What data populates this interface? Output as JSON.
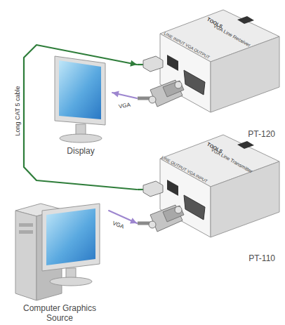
{
  "diagram": {
    "nodes": [
      {
        "text": [
          "PT-120"
        ]
      },
      {
        "text": [
          "Display"
        ]
      },
      {
        "text": [
          "PT-110"
        ]
      },
      {
        "text": [
          "Computer Graphics Source"
        ]
      }
    ],
    "edges": [
      {
        "from": 2,
        "to": 0,
        "arrow": "to",
        "label": "Long CAT 5 cable"
      },
      {
        "from": 0,
        "to": 1,
        "arrow": "to",
        "label": "VGA"
      },
      {
        "from": 3,
        "to": 2,
        "arrow": "to",
        "label": "VGA"
      }
    ],
    "labels": [
      "VGA Line Receiver",
      "TOOLS",
      "LINE INPUT",
      "VGA OUTPUT",
      "VGA Line Transmitter",
      "TOOLS",
      "LINE OUTPUT",
      "VGA INPUT"
    ]
  }
}
